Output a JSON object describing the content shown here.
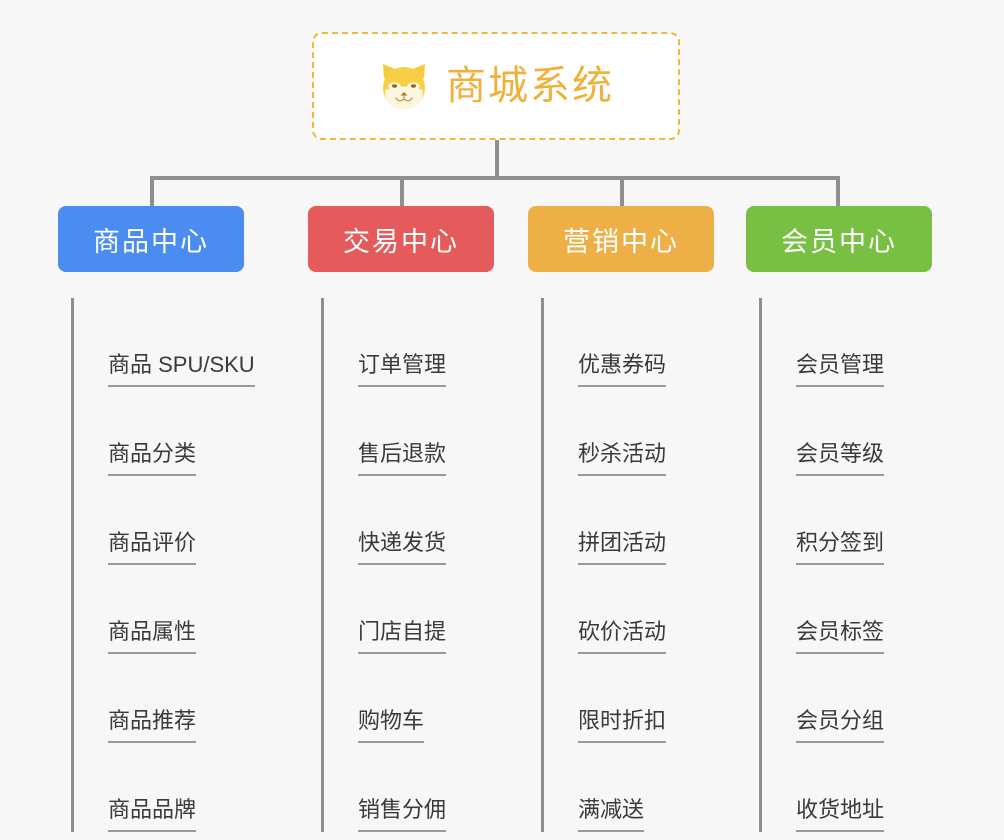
{
  "page": {
    "background_color": "#f7f7f7",
    "title": "商城系统",
    "type": "mindmap"
  },
  "root": {
    "label": "商城系统",
    "icon": "shiba-dog-icon",
    "text_color": "#f0b03c",
    "border_color": "#efb73e",
    "background_color": "#ffffff"
  },
  "categories": [
    {
      "label": "商品中心",
      "color": "#4a8cf0",
      "items": [
        "商品 SPU/SKU",
        "商品分类",
        "商品评价",
        "商品属性",
        "商品推荐",
        "商品品牌"
      ]
    },
    {
      "label": "交易中心",
      "color": "#e55a5a",
      "items": [
        "订单管理",
        "售后退款",
        "快递发货",
        "门店自提",
        "购物车",
        "销售分佣"
      ]
    },
    {
      "label": "营销中心",
      "color": "#eeb046",
      "items": [
        "优惠券码",
        "秒杀活动",
        "拼团活动",
        "砍价活动",
        "限时折扣",
        "满减送"
      ]
    },
    {
      "label": "会员中心",
      "color": "#77c043",
      "items": [
        "会员管理",
        "会员等级",
        "积分签到",
        "会员标签",
        "会员分组",
        "收货地址"
      ]
    }
  ],
  "connector_color": "#8f8f8f"
}
